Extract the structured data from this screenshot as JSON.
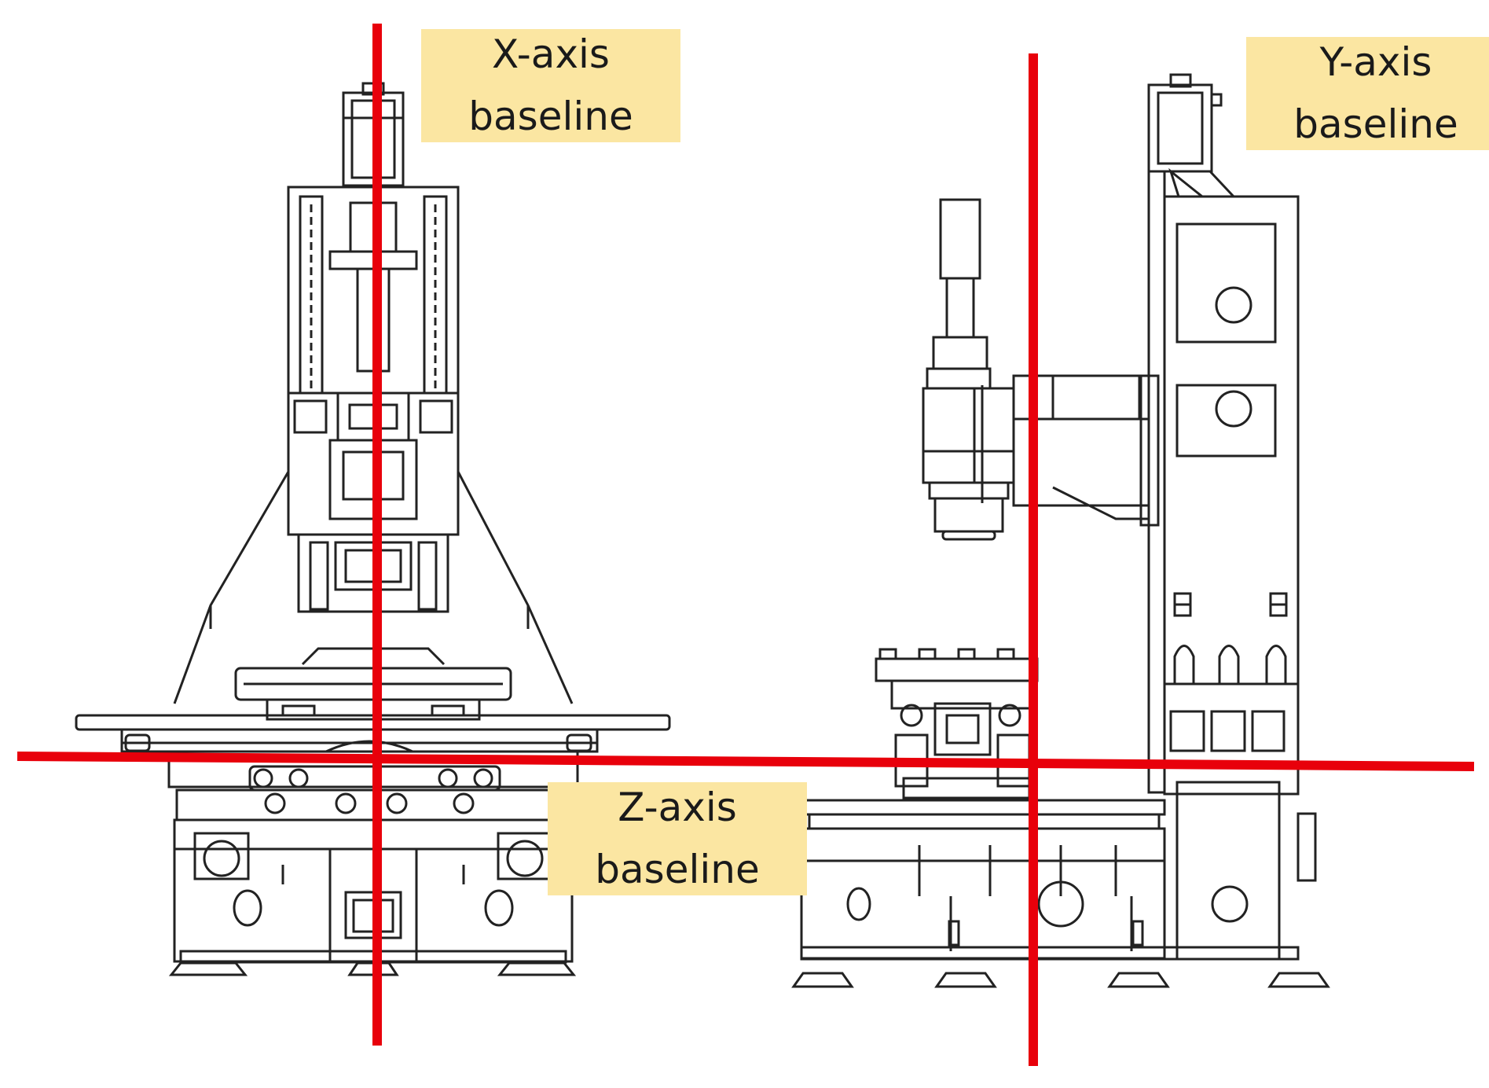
{
  "labels": {
    "x_axis": {
      "line1": "X-axis",
      "line2": "baseline"
    },
    "y_axis": {
      "line1": "Y-axis",
      "line2": "baseline"
    },
    "z_axis": {
      "line1": "Z-axis",
      "line2": "baseline"
    }
  },
  "colors": {
    "baseline_line": "#e8000b",
    "label_fill": "#fbe6a2",
    "drawing_stroke": "#222222"
  }
}
